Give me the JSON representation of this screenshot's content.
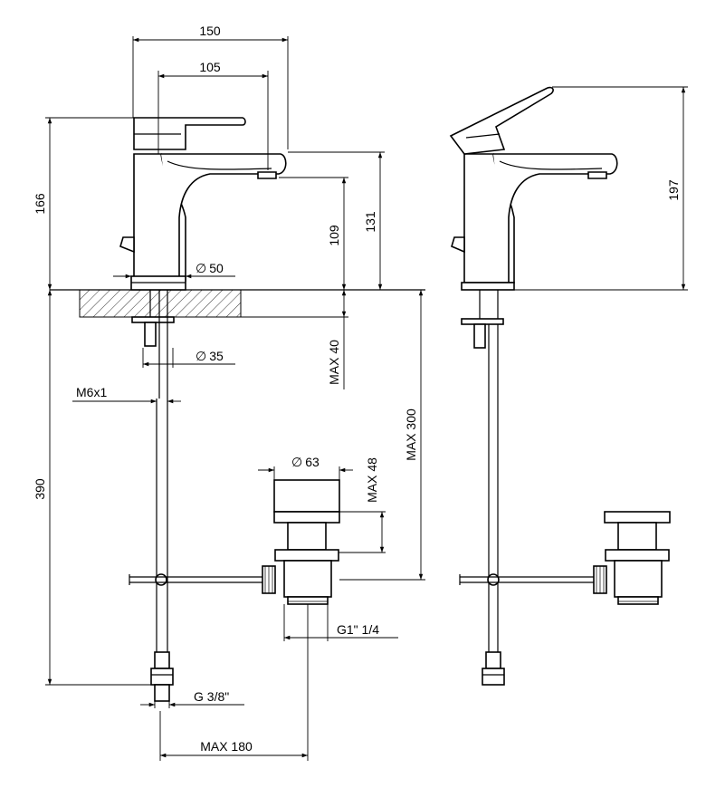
{
  "dimensions": {
    "width_150": "150",
    "width_105": "105",
    "height_166": "166",
    "height_131": "131",
    "height_109": "109",
    "dia_50": "50",
    "dia_35": "35",
    "max_40": "MAX 40",
    "thread_m6": "M6x1",
    "height_390": "390",
    "max_300": "MAX 300",
    "dia_63": "63",
    "max_48": "MAX 48",
    "thread_g1": "G1\" 1/4",
    "thread_g38": "G 3/8\"",
    "max_180": "MAX 180",
    "height_197": "197"
  },
  "symbols": {
    "diameter": "∅"
  }
}
